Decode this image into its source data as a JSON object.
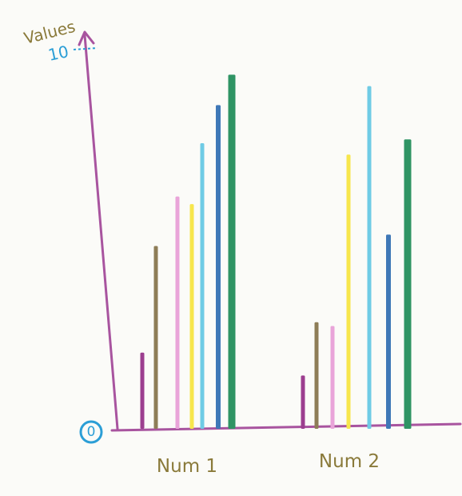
{
  "chart_data": {
    "type": "bar",
    "title": "",
    "xlabel": "",
    "ylabel": "Values",
    "ylim": [
      0,
      10
    ],
    "y_ticks": [
      {
        "value": 0,
        "label": "0"
      },
      {
        "value": 10,
        "label": "10"
      }
    ],
    "categories": [
      "Num 1",
      "Num 2"
    ],
    "series": [
      {
        "color": "#9c3e8f",
        "values": [
          2.0,
          1.4
        ]
      },
      {
        "color": "#8e7d57",
        "values": [
          4.8,
          2.8
        ]
      },
      {
        "color": "#e9a4d9",
        "values": [
          6.1,
          2.7
        ]
      },
      {
        "color": "#f7e64c",
        "values": [
          5.9,
          7.2
        ]
      },
      {
        "color": "#6fcbe5",
        "values": [
          7.5,
          9.0
        ]
      },
      {
        "color": "#3f78b7",
        "values": [
          8.5,
          5.1
        ]
      },
      {
        "color": "#2f9464",
        "values": [
          9.3,
          7.6
        ]
      }
    ]
  },
  "style": {
    "axis_color": "#a8549f",
    "ylabel_color": "#8a7a3a",
    "tick_color": "#2b9ed6",
    "category_label_color": "#8a7a3a"
  }
}
